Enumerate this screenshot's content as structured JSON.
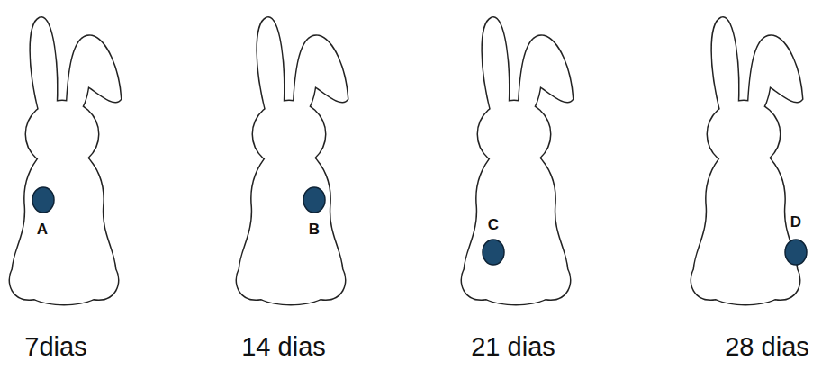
{
  "diagram": {
    "labels": [
      "A",
      "B",
      "C",
      "D",
      "7dias",
      "14 dias",
      "21 dias",
      "28 dias"
    ]
  }
}
